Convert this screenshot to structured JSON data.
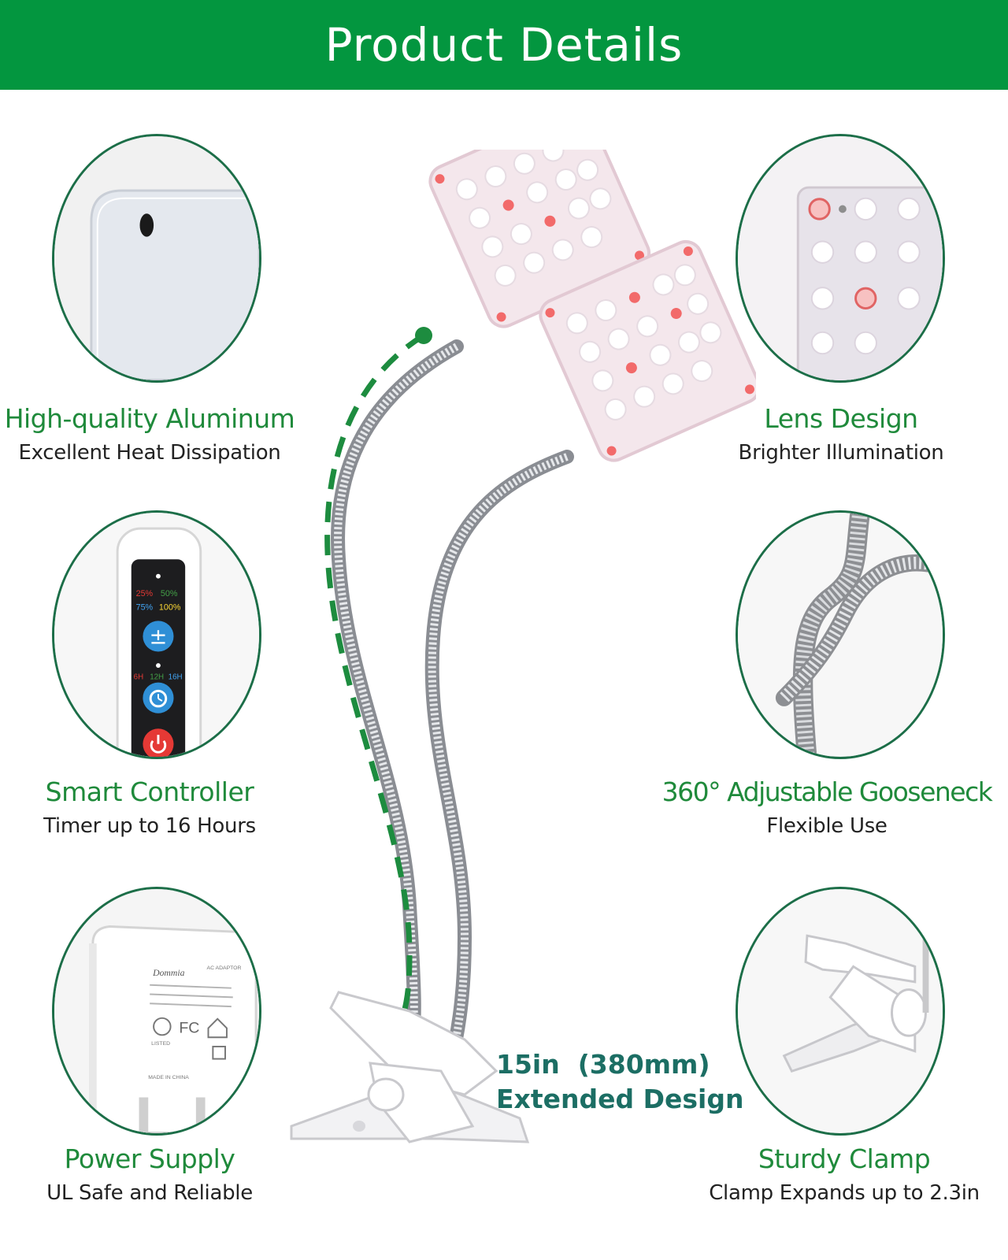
{
  "header": {
    "title": "Product Details"
  },
  "features": {
    "aluminum": {
      "title": "High-quality Aluminum",
      "subtitle": "Excellent Heat Dissipation"
    },
    "lens": {
      "title": "Lens Design",
      "subtitle": "Brighter Illumination"
    },
    "controller": {
      "title": "Smart Controller",
      "subtitle": "Timer up to 16 Hours",
      "brightness_levels": [
        "25%",
        "50%",
        "75%",
        "100%"
      ],
      "timer_options": [
        "6H",
        "12H",
        "16H"
      ],
      "adjust_symbol": "±"
    },
    "gooseneck": {
      "title": "360° Adjustable Gooseneck",
      "subtitle": "Flexible Use"
    },
    "power": {
      "title": "Power Supply",
      "subtitle": "UL Safe and Reliable",
      "brand": "Dommia",
      "adaptor_label": "AC ADAPTOR",
      "fc_mark": "FC",
      "listed_mark": "LISTED",
      "made_in": "MADE IN CHINA"
    },
    "clamp": {
      "title": "Sturdy Clamp",
      "subtitle": "Clamp Expands up to 2.3in"
    }
  },
  "extension": {
    "length": "15in  (380mm)",
    "label": "Extended Design"
  },
  "colors": {
    "brand_green": "#03963f",
    "title_green": "#1f8a3b",
    "circle_border": "#1c6e48",
    "extension_text": "#1c6e64"
  }
}
